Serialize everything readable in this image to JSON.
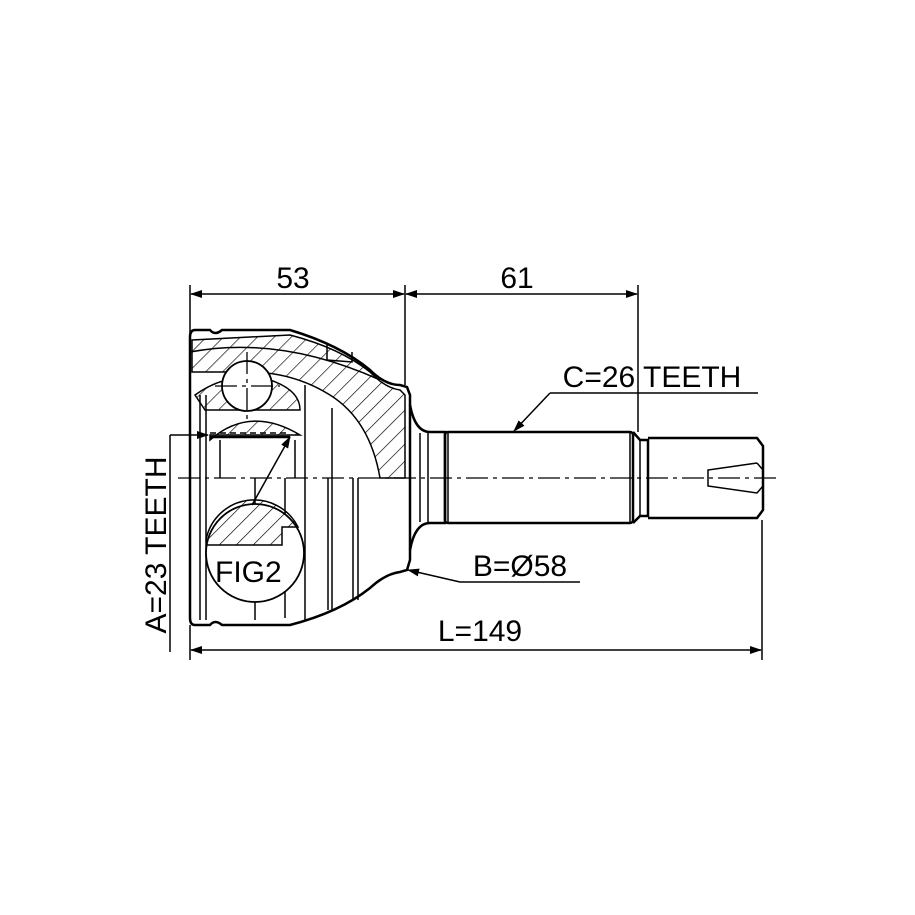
{
  "dimensions": {
    "housing_length": "53",
    "shaft_length": "61",
    "total_length": "L=149",
    "inner_teeth": "A=23 TEETH",
    "outer_teeth": "C=26 TEETH",
    "abs_diameter": "B=Ø58",
    "detail_label": "FIG2"
  }
}
